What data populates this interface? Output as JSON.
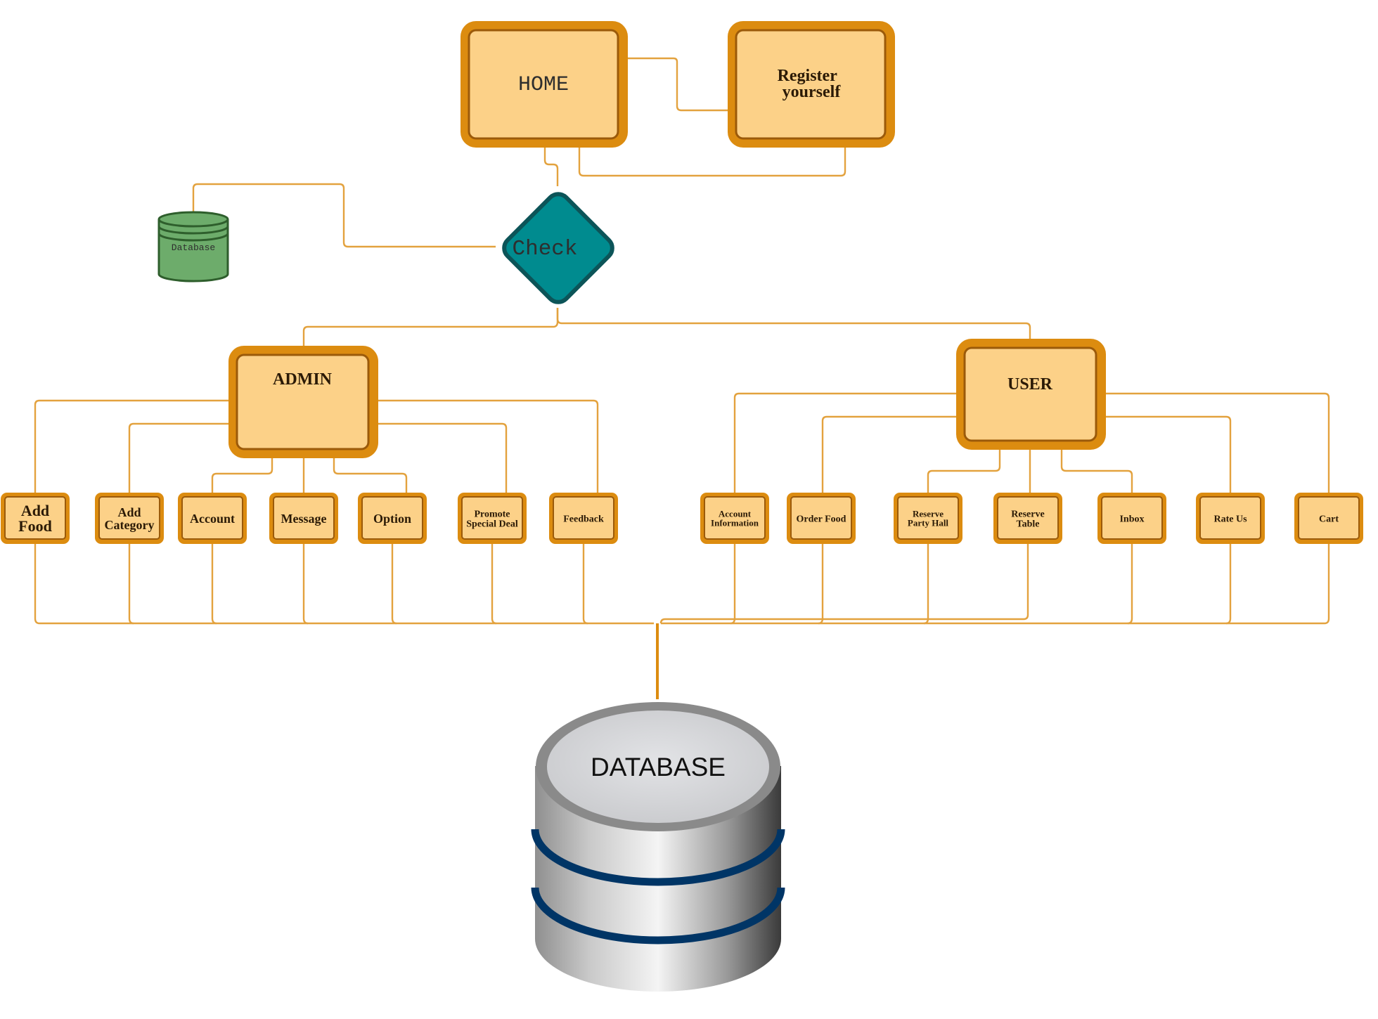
{
  "nodes": {
    "home": "HOME",
    "register": [
      "Register",
      "yourself"
    ],
    "check": "Check",
    "small_db": "Database",
    "admin": "ADMIN",
    "user": "USER",
    "database": "DATABASE"
  },
  "admin_items": [
    [
      "Add",
      "Food"
    ],
    [
      "Add",
      "Category"
    ],
    [
      "Account"
    ],
    [
      "Message"
    ],
    [
      "Option"
    ],
    [
      "Promote",
      "Special Deal"
    ],
    [
      "Feedback"
    ]
  ],
  "user_items": [
    [
      "Account",
      "Information"
    ],
    [
      "Order Food"
    ],
    [
      "Reserve",
      "Party Hall"
    ],
    [
      "Reserve",
      "Table"
    ],
    [
      "Inbox"
    ],
    [
      "Rate Us"
    ],
    [
      "Cart"
    ]
  ],
  "colors": {
    "box_fill": "#fcd188",
    "box_border": "#dc8c10",
    "connector": "#e3a23e",
    "check_fill": "#008b8f",
    "check_border": "#0c5458",
    "small_db_fill": "#6dac6b",
    "db_band": "#003566"
  }
}
